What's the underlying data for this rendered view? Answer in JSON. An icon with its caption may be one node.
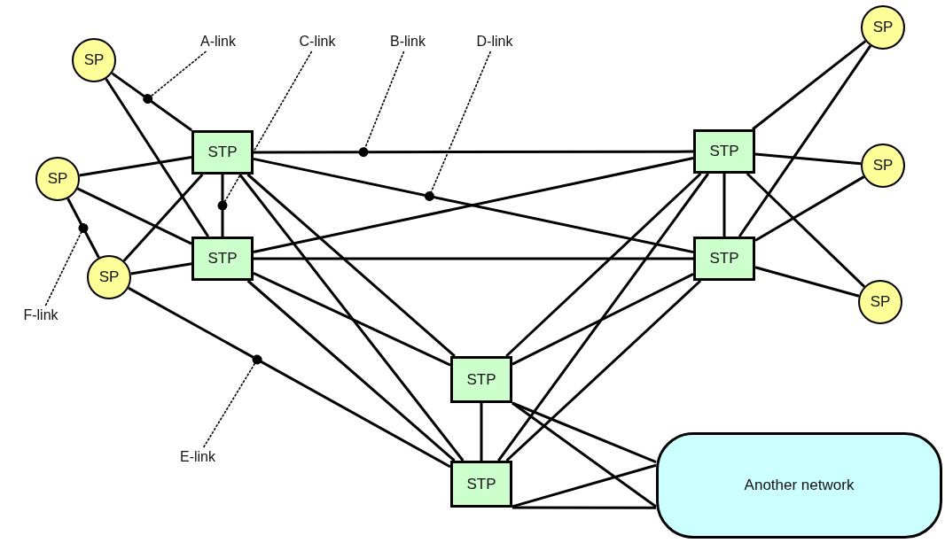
{
  "diagram": {
    "nodes": [
      {
        "text": [
          "SP"
        ]
      },
      {
        "text": [
          "SP"
        ]
      },
      {
        "text": [
          "SP"
        ]
      },
      {
        "text": [
          "STP"
        ]
      },
      {
        "text": [
          "STP"
        ]
      },
      {
        "text": [
          "STP"
        ]
      },
      {
        "text": [
          "STP"
        ]
      },
      {
        "text": [
          "SP"
        ]
      },
      {
        "text": [
          "SP"
        ]
      },
      {
        "text": [
          "SP"
        ]
      },
      {
        "text": [
          "STP"
        ]
      },
      {
        "text": [
          "STP"
        ]
      },
      {
        "text": [
          "Another network"
        ]
      },
      {
        "text": [
          "A-link"
        ]
      },
      {
        "text": [
          "C-link"
        ]
      },
      {
        "text": [
          "B-link"
        ]
      },
      {
        "text": [
          "D-link"
        ]
      },
      {
        "text": [
          "F-link"
        ]
      },
      {
        "text": [
          "E-link"
        ]
      }
    ],
    "edges": [
      {
        "from": 0,
        "to": 3,
        "arrow": "none"
      },
      {
        "from": 0,
        "to": 4,
        "arrow": "none"
      },
      {
        "from": 1,
        "to": 3,
        "arrow": "none"
      },
      {
        "from": 1,
        "to": 4,
        "arrow": "none"
      },
      {
        "from": 1,
        "to": 2,
        "arrow": "none"
      },
      {
        "from": 2,
        "to": 3,
        "arrow": "none"
      },
      {
        "from": 2,
        "to": 4,
        "arrow": "none"
      },
      {
        "from": 2,
        "to": 11,
        "arrow": "none"
      },
      {
        "from": 3,
        "to": 4,
        "arrow": "none"
      },
      {
        "from": 3,
        "to": 5,
        "arrow": "none"
      },
      {
        "from": 3,
        "to": 6,
        "arrow": "none"
      },
      {
        "from": 3,
        "to": 10,
        "arrow": "none"
      },
      {
        "from": 3,
        "to": 11,
        "arrow": "none"
      },
      {
        "from": 4,
        "to": 5,
        "arrow": "none"
      },
      {
        "from": 4,
        "to": 6,
        "arrow": "none"
      },
      {
        "from": 4,
        "to": 10,
        "arrow": "none"
      },
      {
        "from": 4,
        "to": 11,
        "arrow": "none"
      },
      {
        "from": 5,
        "to": 6,
        "arrow": "none"
      },
      {
        "from": 5,
        "to": 10,
        "arrow": "none"
      },
      {
        "from": 5,
        "to": 11,
        "arrow": "none"
      },
      {
        "from": 5,
        "to": 7,
        "arrow": "none"
      },
      {
        "from": 5,
        "to": 8,
        "arrow": "none"
      },
      {
        "from": 5,
        "to": 9,
        "arrow": "none"
      },
      {
        "from": 6,
        "to": 10,
        "arrow": "none"
      },
      {
        "from": 6,
        "to": 11,
        "arrow": "none"
      },
      {
        "from": 6,
        "to": 7,
        "arrow": "none"
      },
      {
        "from": 6,
        "to": 8,
        "arrow": "none"
      },
      {
        "from": 6,
        "to": 9,
        "arrow": "none"
      },
      {
        "from": 10,
        "to": 11,
        "arrow": "none"
      },
      {
        "from": 10,
        "to": 12,
        "arrow": "none"
      },
      {
        "from": 10,
        "to": 12,
        "arrow": "none"
      },
      {
        "from": 11,
        "to": 12,
        "arrow": "none"
      },
      {
        "from": 11,
        "to": 12,
        "arrow": "none"
      },
      {
        "from": 13,
        "to": null,
        "arrow": "other",
        "style": "dashed"
      },
      {
        "from": 14,
        "to": null,
        "arrow": "other",
        "style": "dashed"
      },
      {
        "from": 15,
        "to": null,
        "arrow": "other",
        "style": "dashed"
      },
      {
        "from": 16,
        "to": null,
        "arrow": "other",
        "style": "dashed"
      },
      {
        "from": 17,
        "to": null,
        "arrow": "other",
        "style": "dashed"
      },
      {
        "from": 18,
        "to": null,
        "arrow": "other",
        "style": "dashed"
      }
    ]
  }
}
